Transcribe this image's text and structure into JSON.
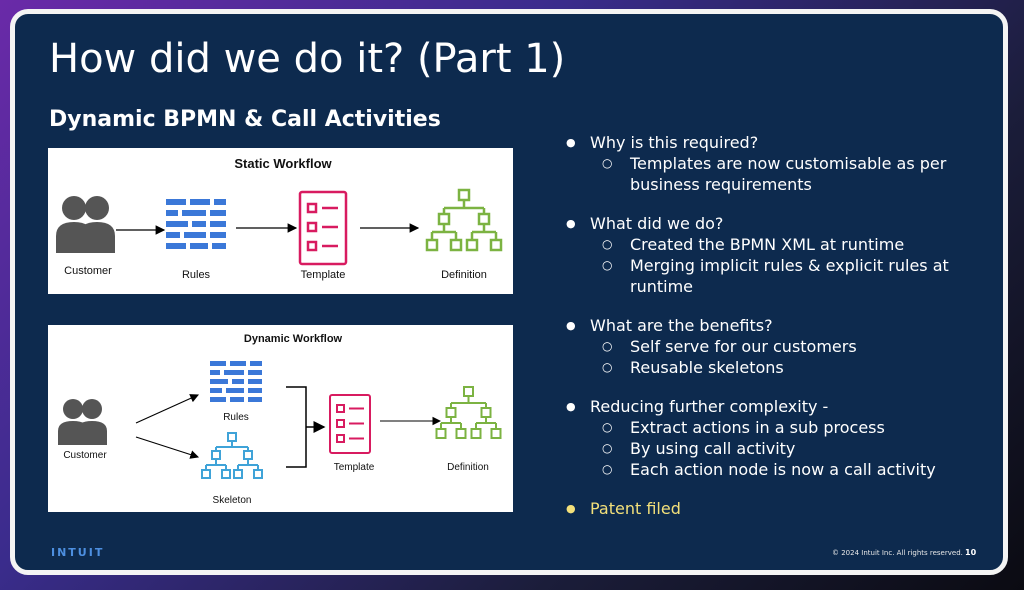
{
  "slide": {
    "title": "How did we do it? (Part 1)",
    "subtitle": "Dynamic BPMN & Call Activities",
    "logo": "INTUIT",
    "copyright": "© 2024 Intuit Inc. All rights reserved.",
    "page_number": "10"
  },
  "static_workflow": {
    "title": "Static Workflow",
    "nodes": [
      "Customer",
      "Rules",
      "Template",
      "Definition"
    ]
  },
  "dynamic_workflow": {
    "title": "Dynamic Workflow",
    "nodes": [
      "Customer",
      "Rules",
      "Skeleton",
      "Template",
      "Definition"
    ]
  },
  "bullets": [
    {
      "text": "Why is this required?",
      "sub": [
        "Templates are now customisable as per business requirements"
      ]
    },
    {
      "text": "What did we do?",
      "sub": [
        "Created the BPMN XML at runtime",
        "Merging implicit rules & explicit rules at runtime"
      ]
    },
    {
      "text": "What are the benefits?",
      "sub": [
        "Self serve for our customers",
        "Reusable skeletons"
      ]
    },
    {
      "text": "Reducing further complexity -",
      "sub": [
        "Extract actions in a sub process",
        "By using call activity",
        "Each action node is now a call activity"
      ]
    },
    {
      "text": "Patent filed",
      "sub": []
    }
  ],
  "colors": {
    "slide_bg": "#0d2a4e",
    "rules_blue": "#3b78d8",
    "template_pink": "#d81b60",
    "definition_green": "#7cb342",
    "skeleton_cyan": "#3fa3d8",
    "customer_gray": "#555555",
    "patent_yellow": "#f3e07a"
  },
  "icons": [
    "customer-icon",
    "rules-icon",
    "template-icon",
    "definition-tree-icon",
    "skeleton-tree-icon"
  ]
}
